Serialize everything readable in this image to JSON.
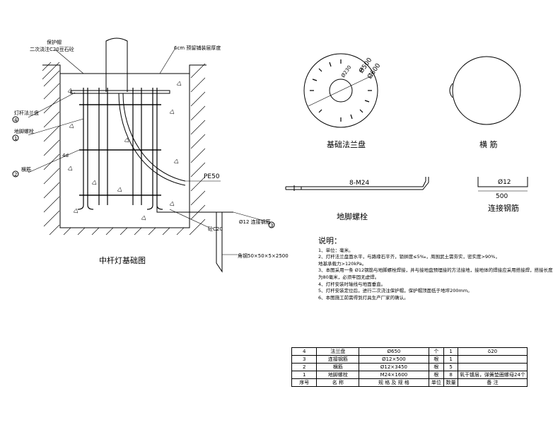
{
  "section": {
    "title": "中杆灯基础图",
    "callouts": {
      "protect_cap": "保护帽",
      "secondary_pour": "二次浇注C20豆石砼",
      "reserved_depth": "6cm 预留铺装层厚度",
      "flange": "灯杆法兰盘",
      "anchor_bolt": "地脚螺栓",
      "stirrup": "横筋",
      "pe_pipe": "PE50",
      "connect_bar": "Ø12 连接钢筋",
      "angle_steel": "角钢50×50×5×2500",
      "concrete": "砼C20",
      "tag_4": "4",
      "tag_1": "1",
      "tag_2": "2",
      "tag_3": "3",
      "tag_4d": "4d"
    }
  },
  "flange_plan": {
    "title": "基础法兰盘",
    "dims": [
      "Ø230",
      "Ø500",
      "Ø600"
    ]
  },
  "stirrup_plan": {
    "title": "横 筋"
  },
  "anchor_bolt_detail": {
    "title": "地脚螺栓",
    "spec": "8-M24"
  },
  "connect_bar_detail": {
    "title": "连接钢筋",
    "dia": "Ø12",
    "length": "500"
  },
  "notes": {
    "heading": "说明：",
    "items": [
      "1、单位：毫米。",
      "2、灯杆法兰盘面水平，与路缘石平齐，锁拼度≤5‰，周围武土需夯实，密实度>90%，",
      "地基承载力>120kPa。",
      "3、本图采用一条 Ø12钢筋与地脚螺栓焊接，并与接地盘预埋接的方法接地，接地体的焊接应采用搭接焊，搭接长度",
      "为80毫米，必须牢固无虚焊。",
      "4、灯杆安装时轴线与地面垂直。",
      "5、灯杆安装定位后，进行二次浇注保护帽，保护帽顶面低于地坪200mm。",
      "6、本图施工前需得到灯具生产厂家的确认。"
    ]
  },
  "bom": {
    "header": [
      "序号",
      "名 称",
      "规 格 及 规 格",
      "单位",
      "数量",
      "备 注"
    ],
    "rows": [
      [
        "4",
        "法兰盘",
        "Ø650",
        "个",
        "1",
        "δ20"
      ],
      [
        "3",
        "连接钢筋",
        "Ø12×500",
        "根",
        "1",
        ""
      ],
      [
        "2",
        "横筋",
        "Ø12×3450",
        "根",
        "5",
        ""
      ],
      [
        "1",
        "地脚螺栓",
        "M24×1600",
        "根",
        "8",
        "氧干镀层，弹簧垫圈螺母24个"
      ]
    ]
  }
}
